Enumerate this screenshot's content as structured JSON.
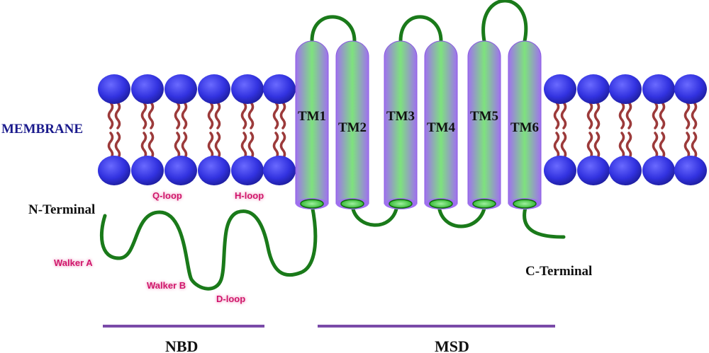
{
  "membrane_label": "MEMBRANE",
  "n_terminal": "N-Terminal",
  "c_terminal": "C-Terminal",
  "motifs": {
    "q_loop": "Q-loop",
    "h_loop": "H-loop",
    "walker_a": "Walker A",
    "walker_b": "Walker B",
    "d_loop": "D-loop"
  },
  "helices": [
    "TM1",
    "TM2",
    "TM3",
    "TM4",
    "TM5",
    "TM6"
  ],
  "domains": {
    "nbd": "NBD",
    "msd": "MSD"
  },
  "colors": {
    "membrane_label": "#1a1a8c",
    "motif_text": "#d0106b",
    "motif_glow": "#f7c8dd",
    "loop": "#1a7a1a",
    "helix_edge": "#a070f0",
    "helix_center": "#7ee27e",
    "lipid_head": "#3a3ae6",
    "lipid_tail": "#9c3a3a",
    "domain_bar": "#7a4aa8",
    "text_dark": "#111111"
  }
}
